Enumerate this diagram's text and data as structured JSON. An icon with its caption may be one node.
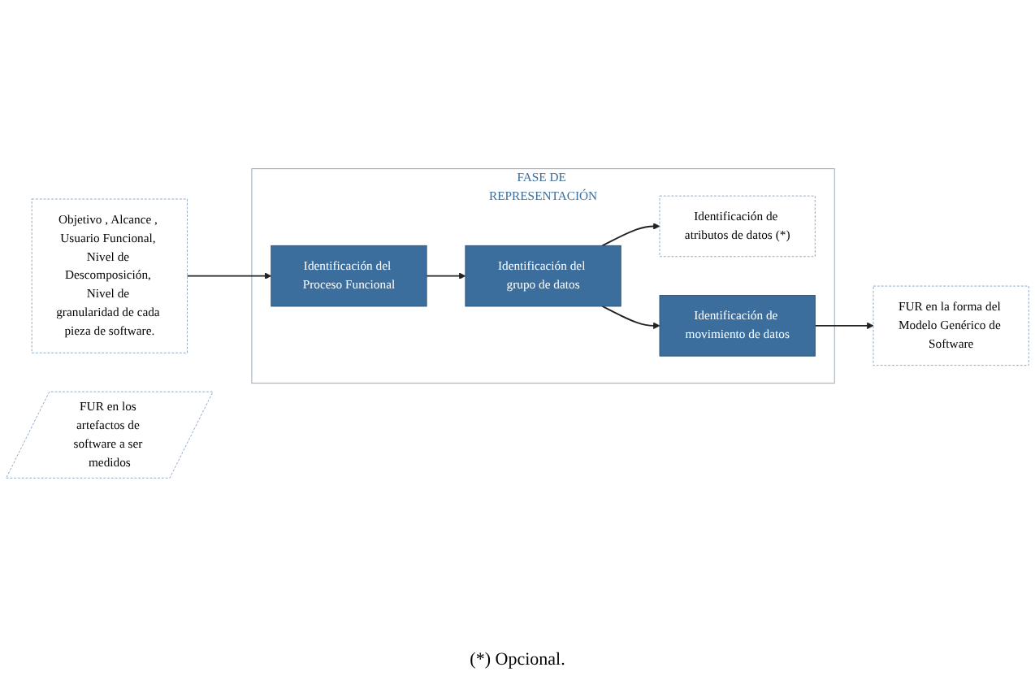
{
  "diagram": {
    "nodes": [
      {
        "text": [
          "Objetivo , Alcance , Usuario Funcional, Nivel de Descomposición, Nivel de granularidad de cada pieza de software."
        ]
      },
      {
        "text": [
          "FUR en los artefactos de software a ser medidos"
        ]
      },
      {
        "text": [
          "FASE DE REPRESENTACIÓN"
        ]
      },
      {
        "text": [
          "Identificación del Proceso Funcional"
        ],
        "in": 2
      },
      {
        "text": [
          "Identificación del grupo de datos"
        ],
        "in": 2
      },
      {
        "text": [
          "Identificación de atributos de datos (*)"
        ],
        "in": 2
      },
      {
        "text": [
          "Identificación de movimiento de datos"
        ],
        "in": 2
      },
      {
        "text": [
          "FUR en la forma del Modelo Genérico de Software"
        ]
      }
    ],
    "edges": [
      {
        "from": 0,
        "to": 3,
        "arrow": "to"
      },
      {
        "from": 3,
        "to": 4,
        "arrow": "to"
      },
      {
        "from": 4,
        "to": 5,
        "arrow": "to"
      },
      {
        "from": 4,
        "to": 6,
        "arrow": "to"
      },
      {
        "from": 6,
        "to": 7,
        "arrow": "to"
      }
    ],
    "labels": [
      "(*) Opcional."
    ]
  }
}
